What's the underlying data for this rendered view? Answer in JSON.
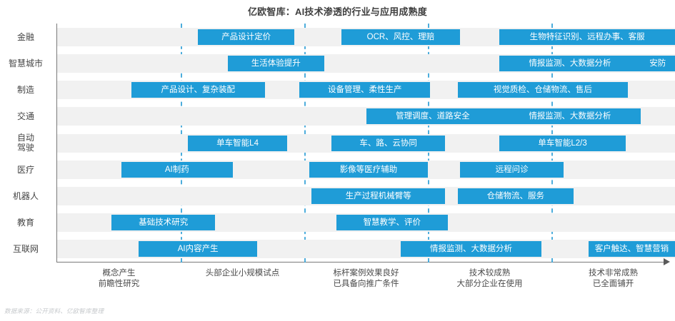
{
  "chart_title": "亿欧智库：AI技术渗透的行业与应用成熟度",
  "footer": "数据来源：公开资料、亿欧智库整理",
  "colors": {
    "bar": "#1f9cd7",
    "band": "#f1f1f1",
    "gridline": "#2f9fd6",
    "axis": "#7a7a7a",
    "title": "#3f3f3f",
    "label": "#4a4a4a",
    "footer": "#c6c9cc"
  },
  "chart_data": {
    "type": "bar",
    "title": "亿欧智库：AI技术渗透的行业与应用成熟度",
    "xlabel": "",
    "ylabel": "",
    "grid": true,
    "legend": "none",
    "x_axis": {
      "description": "技术成熟度阶段",
      "xlim": [
        0,
        5
      ],
      "stages": [
        {
          "index": 1,
          "line1": "概念产生",
          "line2": "前瞻性研究",
          "center": 0.5
        },
        {
          "index": 2,
          "line1": "头部企业小规模试点",
          "line2": "",
          "center": 1.5
        },
        {
          "index": 3,
          "line1": "标杆案例效果良好",
          "line2": "已具备向推广条件",
          "center": 2.5
        },
        {
          "index": 4,
          "line1": "技术较成熟",
          "line2": "大部分企业在使用",
          "center": 3.5
        },
        {
          "index": 5,
          "line1": "技术非常成熟",
          "line2": "已全面铺开",
          "center": 4.5
        }
      ],
      "gridline_positions": [
        1,
        2,
        3,
        4,
        5
      ]
    },
    "categories": [
      "金融",
      "智慧城市",
      "制造",
      "交通",
      "自动驾驶",
      "医疗",
      "机器人",
      "教育",
      "互联网"
    ],
    "rows": [
      {
        "industry": "金融",
        "label_line1": "金融",
        "label_line2": "",
        "bars": [
          {
            "text": "产品设计定价",
            "start": 1.14,
            "end": 1.92
          },
          {
            "text": "OCR、风控、理赔",
            "start": 2.3,
            "end": 3.26
          },
          {
            "text": "生物特征识别、远程办事、客服",
            "start": 3.58,
            "end": 5.2
          }
        ]
      },
      {
        "industry": "智慧城市",
        "label_line1": "智慧城市",
        "label_line2": "",
        "bars": [
          {
            "text": "生活体验提升",
            "start": 1.38,
            "end": 2.16
          },
          {
            "text": "情报监测、大数据分析",
            "start": 3.58,
            "end": 4.72
          },
          {
            "text": "安防",
            "start": 4.72,
            "end": 5.2
          }
        ]
      },
      {
        "industry": "制造",
        "label_line1": "制造",
        "label_line2": "",
        "bars": [
          {
            "text": "产品设计、复杂装配",
            "start": 0.6,
            "end": 1.68
          },
          {
            "text": "设备管理、柔性生产",
            "start": 1.96,
            "end": 3.02
          },
          {
            "text": "视觉质检、仓储物流、售后",
            "start": 3.24,
            "end": 4.62
          }
        ]
      },
      {
        "industry": "交通",
        "label_line1": "交通",
        "label_line2": "",
        "bars": [
          {
            "text": "管理调度、道路安全",
            "start": 2.5,
            "end": 3.58
          },
          {
            "text": "情报监测、大数据分析",
            "start": 3.58,
            "end": 4.72
          }
        ]
      },
      {
        "industry": "自动驾驶",
        "label_line1": "自动",
        "label_line2": "驾驶",
        "bars": [
          {
            "text": "单车智能L4",
            "start": 1.06,
            "end": 1.86
          },
          {
            "text": "车、路、云协同",
            "start": 2.22,
            "end": 3.14
          },
          {
            "text": "单车智能L2/3",
            "start": 3.58,
            "end": 4.6
          }
        ]
      },
      {
        "industry": "医疗",
        "label_line1": "医疗",
        "label_line2": "",
        "bars": [
          {
            "text": "AI制药",
            "start": 0.52,
            "end": 1.42
          },
          {
            "text": "影像等医疗辅助",
            "start": 2.04,
            "end": 3.0
          },
          {
            "text": "远程问诊",
            "start": 3.26,
            "end": 4.1
          }
        ]
      },
      {
        "industry": "机器人",
        "label_line1": "机器人",
        "label_line2": "",
        "bars": [
          {
            "text": "生产过程机械臂等",
            "start": 2.06,
            "end": 3.14
          },
          {
            "text": "仓储物流、服务",
            "start": 3.24,
            "end": 4.18
          }
        ]
      },
      {
        "industry": "教育",
        "label_line1": "教育",
        "label_line2": "",
        "bars": [
          {
            "text": "基础技术研究",
            "start": 0.44,
            "end": 1.28
          },
          {
            "text": "智慧教学、评价",
            "start": 2.26,
            "end": 3.16
          }
        ]
      },
      {
        "industry": "互联网",
        "label_line1": "互联网",
        "label_line2": "",
        "bars": [
          {
            "text": "AI内容产生",
            "start": 0.66,
            "end": 1.62
          },
          {
            "text": "情报监测、大数据分析",
            "start": 2.78,
            "end": 3.92
          },
          {
            "text": "客户触达、智慧营销",
            "start": 4.3,
            "end": 5.36
          }
        ]
      }
    ]
  }
}
